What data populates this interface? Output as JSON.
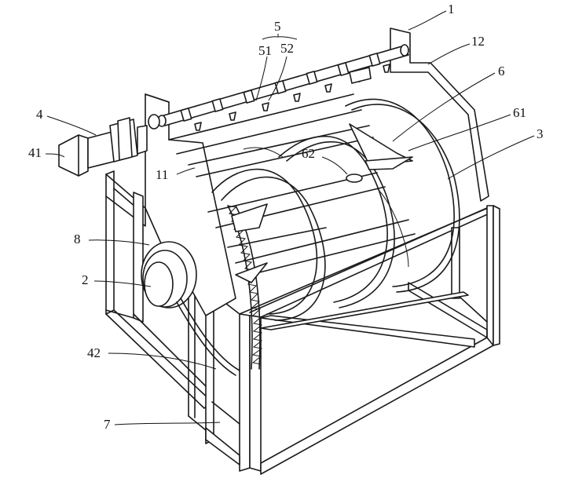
{
  "labels": {
    "l1": "1",
    "l12": "12",
    "l5": "5",
    "l51": "51",
    "l52": "52",
    "l6": "6",
    "l61": "61",
    "l3": "3",
    "l4": "4",
    "l41": "41",
    "l62": "62",
    "l11": "11",
    "l8": "8",
    "l2": "2",
    "l42": "42",
    "l7": "7"
  }
}
